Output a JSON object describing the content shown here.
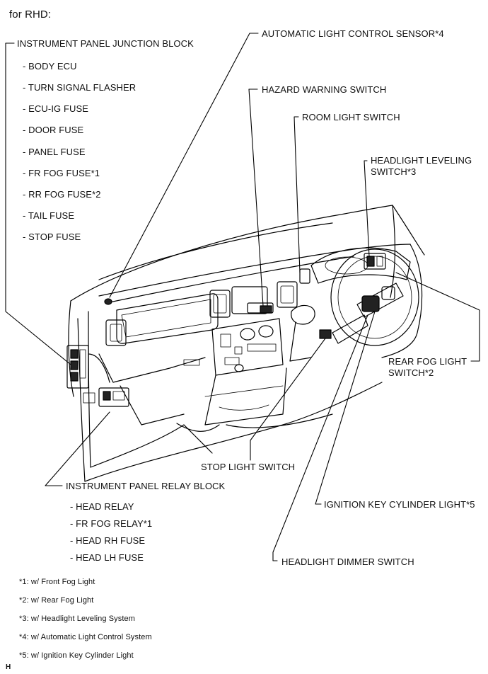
{
  "header": {
    "title": "for RHD:"
  },
  "labels": {
    "instrument_panel_junction_block": "INSTRUMENT PANEL JUNCTION BLOCK",
    "junction_items": [
      "- BODY ECU",
      "- TURN SIGNAL FLASHER",
      "- ECU-IG FUSE",
      "- DOOR FUSE",
      "- PANEL FUSE",
      "- FR FOG FUSE*1",
      "- RR FOG FUSE*2",
      "- TAIL FUSE",
      "- STOP FUSE"
    ],
    "automatic_light_control_sensor": "AUTOMATIC LIGHT CONTROL SENSOR*4",
    "hazard_warning_switch": "HAZARD WARNING SWITCH",
    "room_light_switch": "ROOM LIGHT SWITCH",
    "headlight_leveling_switch_line1": "HEADLIGHT LEVELING",
    "headlight_leveling_switch_line2": "SWITCH*3",
    "rear_fog_light_switch_line1": "REAR FOG LIGHT",
    "rear_fog_light_switch_line2": "SWITCH*2",
    "stop_light_switch": "STOP LIGHT SWITCH",
    "instrument_panel_relay_block": "INSTRUMENT PANEL RELAY BLOCK",
    "relay_items": [
      "- HEAD RELAY",
      "- FR FOG RELAY*1",
      "- HEAD RH FUSE",
      "- HEAD LH FUSE"
    ],
    "ignition_key_cylinder_light": "IGNITION KEY CYLINDER LIGHT*5",
    "headlight_dimmer_switch": "HEADLIGHT DIMMER SWITCH"
  },
  "footnotes": [
    "*1: w/ Front Fog Light",
    "*2: w/ Rear Fog Light",
    "*3: w/ Headlight Leveling System",
    "*4: w/ Automatic Light Control System",
    "*5: w/ Ignition Key Cylinder Light"
  ],
  "figure_code": "H"
}
